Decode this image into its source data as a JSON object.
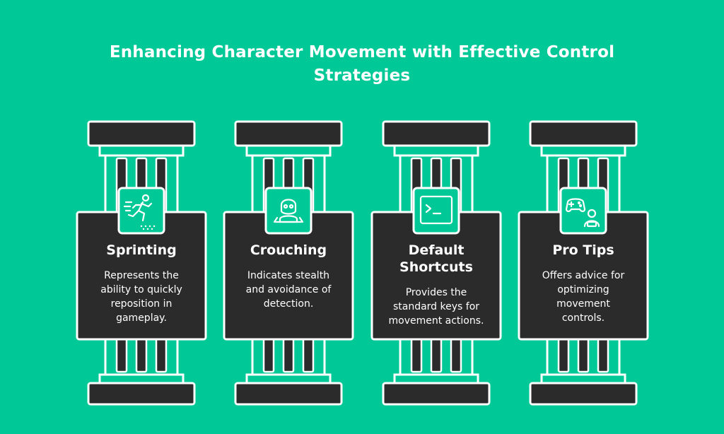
{
  "title": {
    "line1": "Enhancing Character Movement with Effective Control",
    "line2": "Strategies"
  },
  "colors": {
    "background": "#00c896",
    "panel": "#2b2b2b",
    "outline": "#ffffff"
  },
  "cards": [
    {
      "title_lines": [
        "Sprinting"
      ],
      "desc_lines": [
        "Represents the",
        "ability to quickly",
        "reposition in",
        "gameplay."
      ],
      "icon": "sprinting-person-icon"
    },
    {
      "title_lines": [
        "Crouching"
      ],
      "desc_lines": [
        "Indicates stealth",
        "and avoidance of",
        "detection."
      ],
      "icon": "crouching-person-icon"
    },
    {
      "title_lines": [
        "Default",
        "Shortcuts"
      ],
      "desc_lines": [
        "Provides the",
        "standard keys for",
        "movement actions."
      ],
      "icon": "terminal-icon"
    },
    {
      "title_lines": [
        "Pro Tips"
      ],
      "desc_lines": [
        "Offers advice for",
        "optimizing",
        "movement",
        "controls."
      ],
      "icon": "gamer-controller-icon"
    }
  ]
}
